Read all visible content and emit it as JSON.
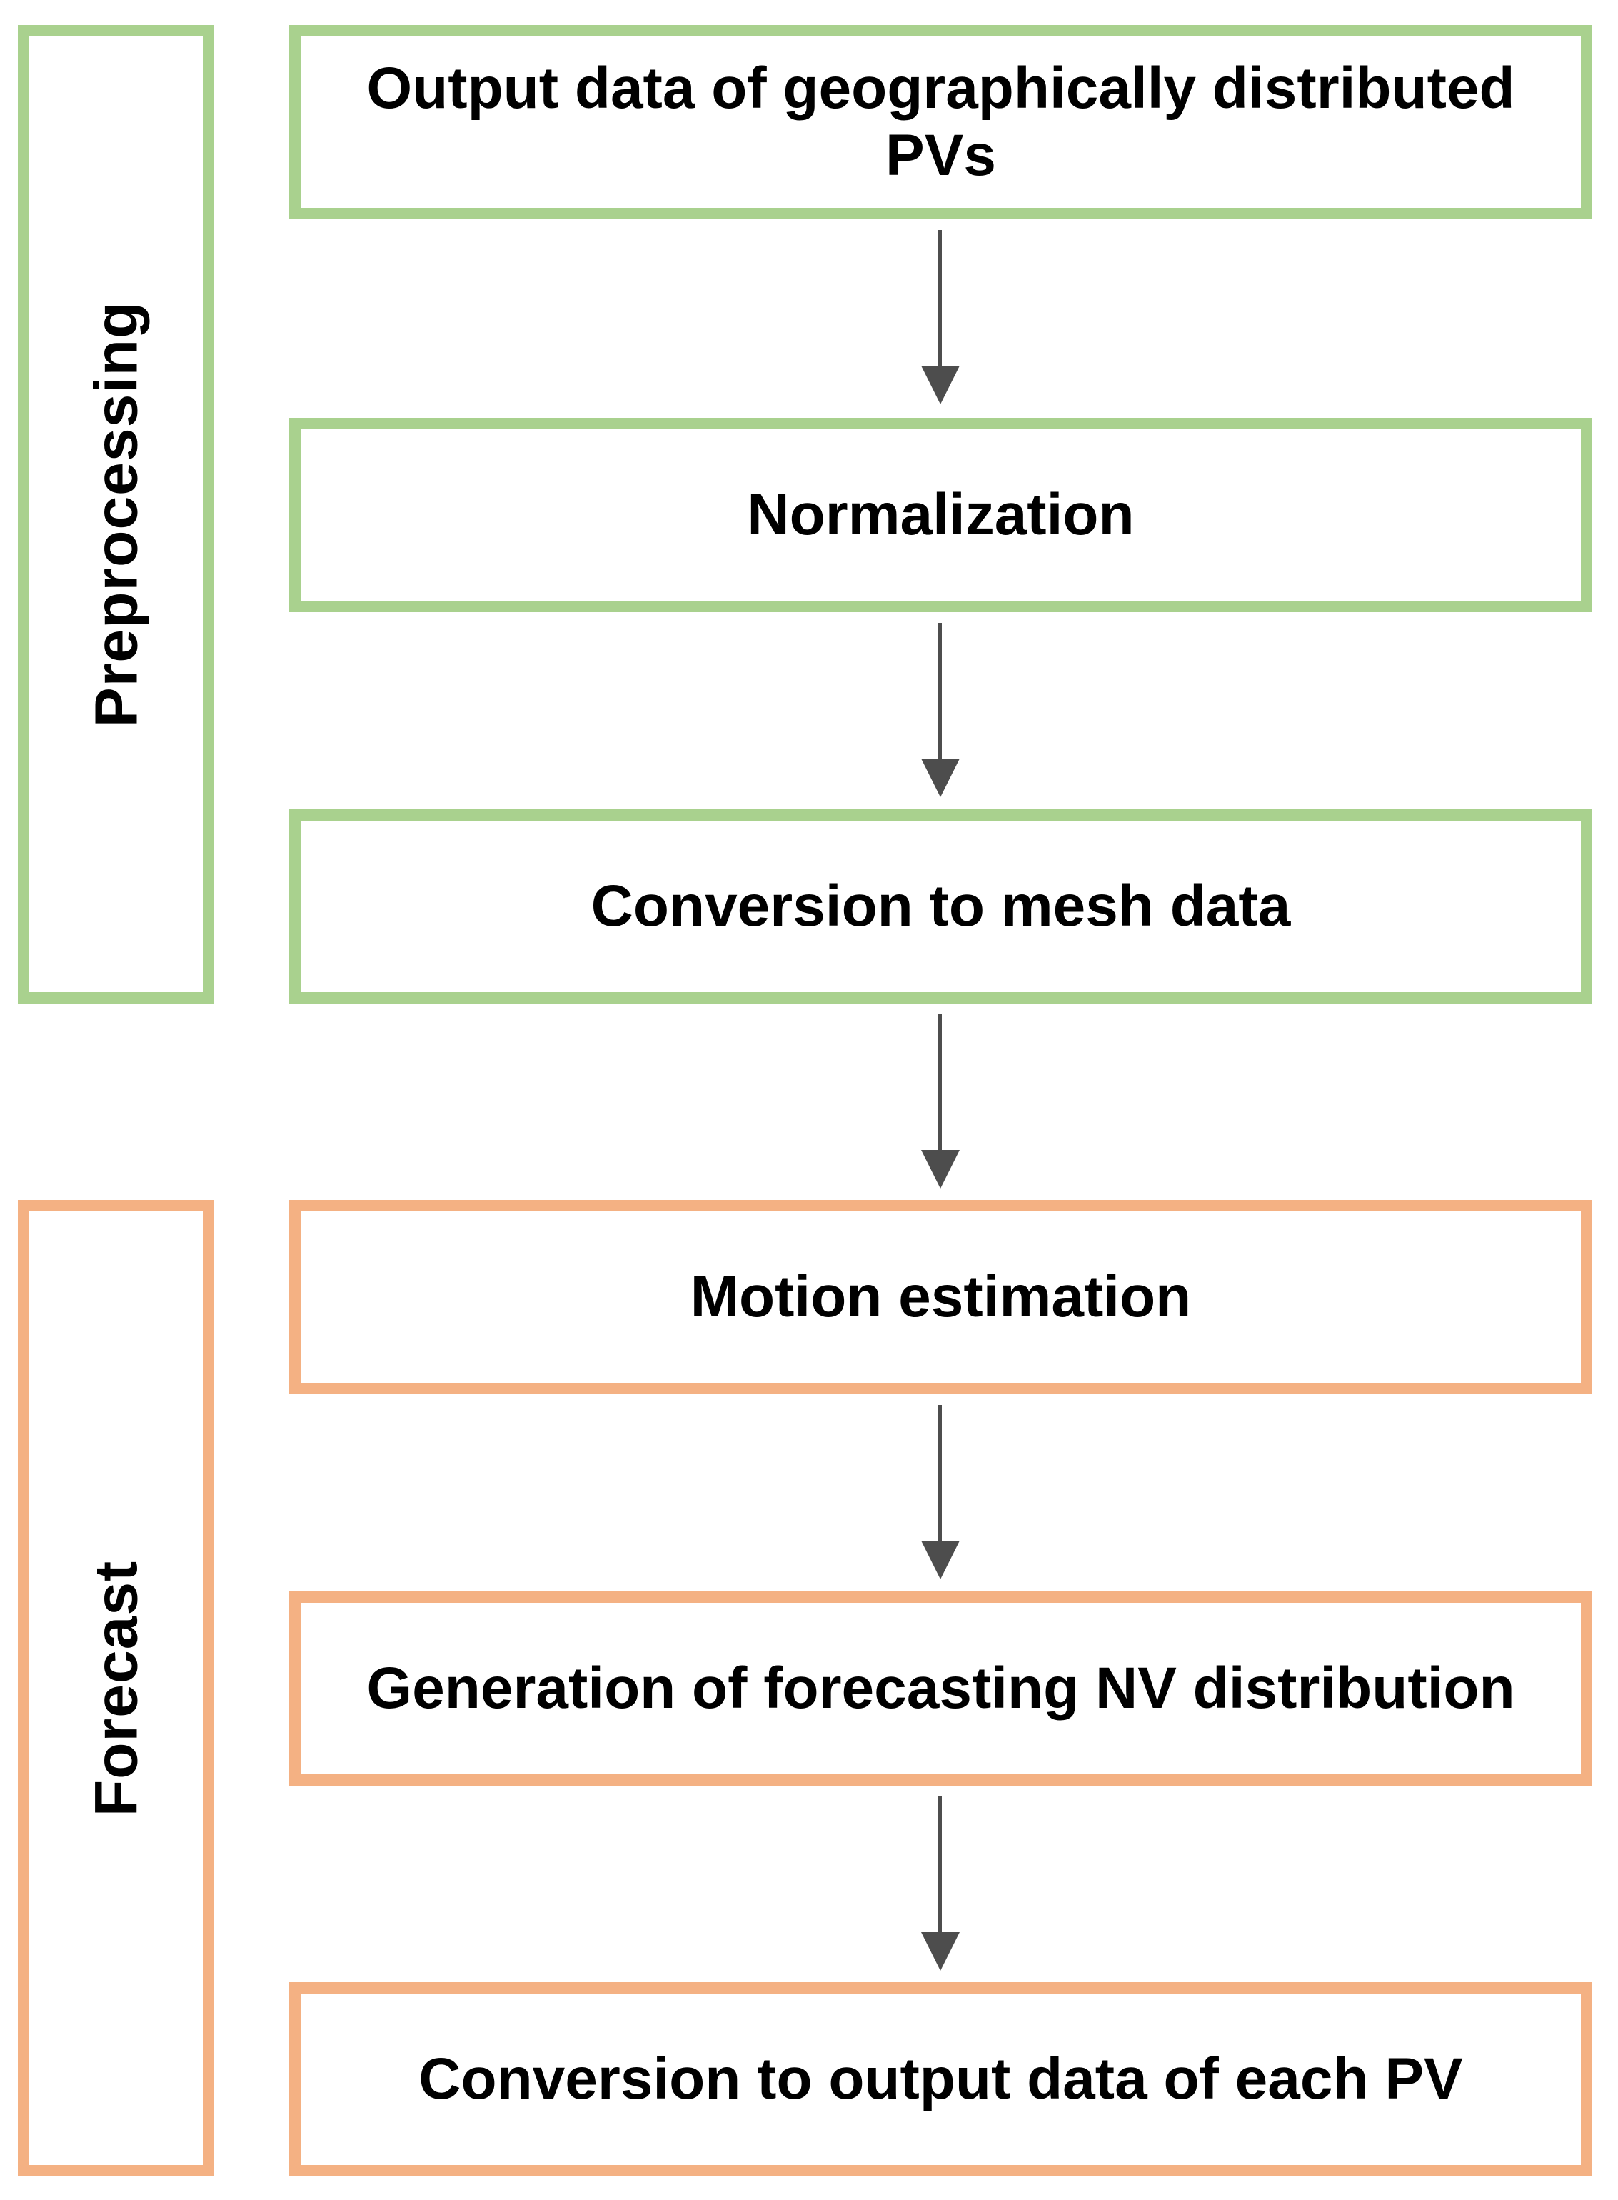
{
  "diagram": {
    "type": "flowchart",
    "orientation": "top-to-bottom"
  },
  "sidebar": {
    "groups": [
      {
        "label": "Preprocessing",
        "accent_color": "#A9D18E",
        "covers_steps": [
          1,
          2,
          3
        ]
      },
      {
        "label": "Forecast",
        "accent_color": "#F4B183",
        "covers_steps": [
          4,
          5,
          6
        ]
      }
    ]
  },
  "flow": {
    "steps": [
      {
        "label": "Output data of geographically distributed PVs",
        "phase": "Preprocessing",
        "border_color": "#A9D18E"
      },
      {
        "label": "Normalization",
        "phase": "Preprocessing",
        "border_color": "#A9D18E"
      },
      {
        "label": "Conversion to mesh data",
        "phase": "Preprocessing",
        "border_color": "#A9D18E"
      },
      {
        "label": "Motion estimation",
        "phase": "Forecast",
        "border_color": "#F4B183"
      },
      {
        "label": "Generation of forecasting NV distribution",
        "phase": "Forecast",
        "border_color": "#F4B183"
      },
      {
        "label": "Conversion to output data of each PV",
        "phase": "Forecast",
        "border_color": "#F4B183"
      }
    ],
    "connections": [
      {
        "from": 1,
        "to": 2
      },
      {
        "from": 2,
        "to": 3
      },
      {
        "from": 3,
        "to": 4
      },
      {
        "from": 4,
        "to": 5
      },
      {
        "from": 5,
        "to": 6
      }
    ]
  },
  "colors": {
    "preprocessing_border": "#A9D18E",
    "forecast_border": "#F4B183",
    "arrow": "#4D4D4D",
    "text": "#000000",
    "background": "#FFFFFF"
  }
}
